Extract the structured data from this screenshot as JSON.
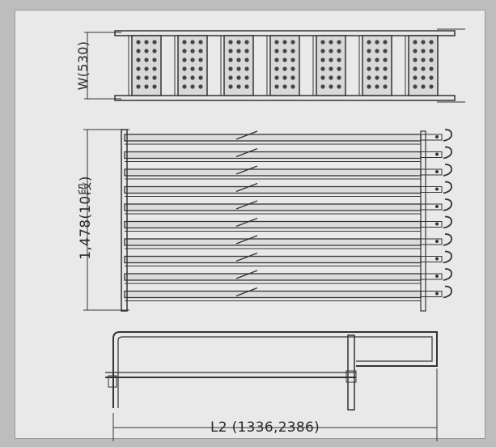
{
  "figure": {
    "labels": {
      "width": "W(530)",
      "height": "1,478(10段)",
      "length": "L2 (1336,2386)"
    },
    "counts": {
      "top_step_panels": 7,
      "stacked_ladders": 10
    },
    "colors": {
      "background": "#bdbdbd",
      "panel": "#e9e9e9",
      "line": "#2f2f2f"
    }
  }
}
